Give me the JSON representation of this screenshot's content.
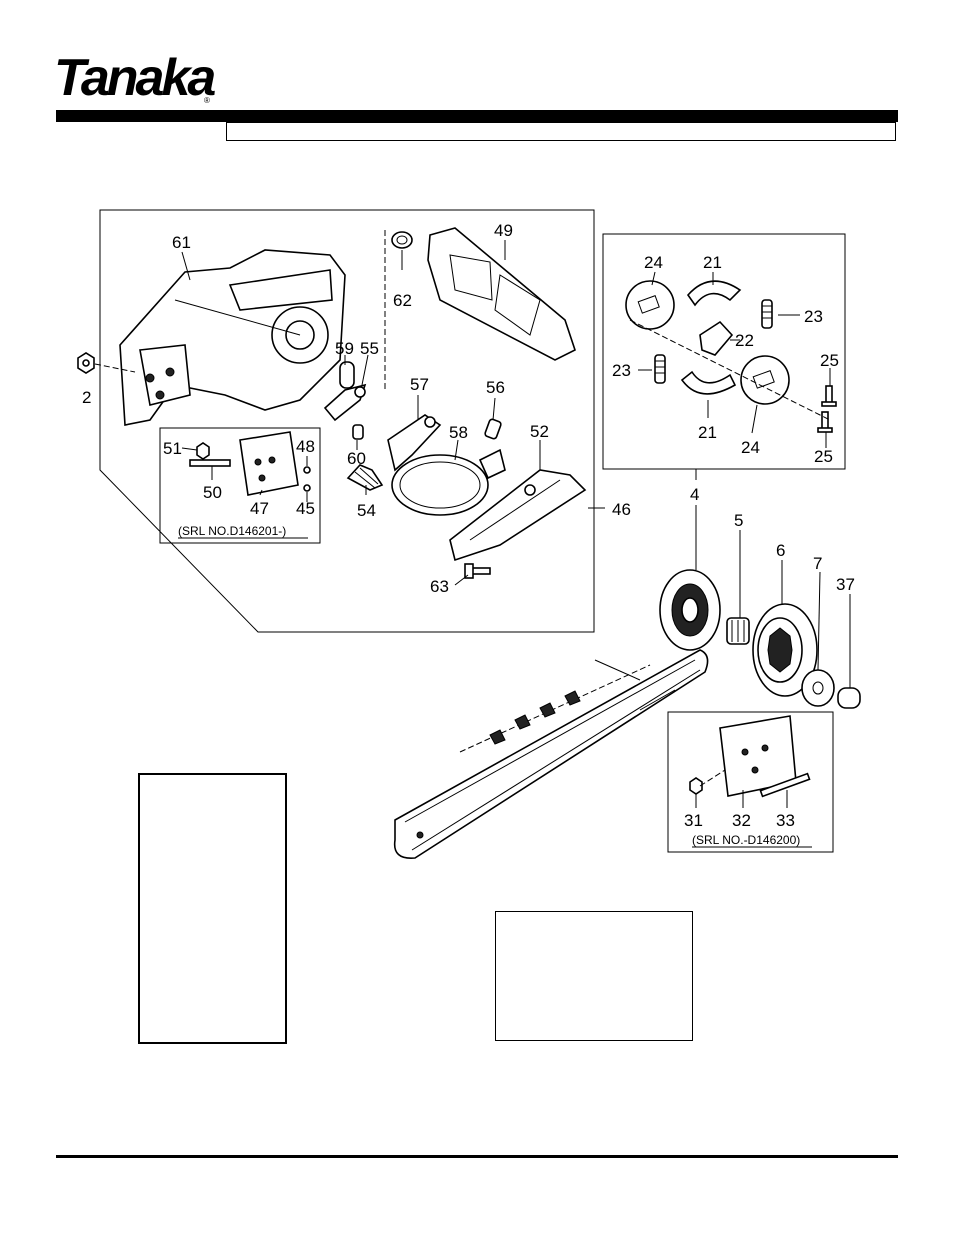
{
  "brand": {
    "logo_text": "Tanaka",
    "registered_mark": "®"
  },
  "callouts": {
    "p61": "61",
    "p62": "62",
    "p49": "49",
    "p59": "59",
    "p55": "55",
    "p2": "2",
    "p57": "57",
    "p56": "56",
    "p58": "58",
    "p52": "52",
    "p60": "60",
    "p54": "54",
    "p46": "46",
    "p63": "63",
    "p51": "51",
    "p48": "48",
    "p50": "50",
    "p47": "47",
    "p45": "45",
    "p24a": "24",
    "p21a": "21",
    "p23a": "23",
    "p22": "22",
    "p25a": "25",
    "p23b": "23",
    "p21b": "21",
    "p24b": "24",
    "p25b": "25",
    "p4": "4",
    "p5": "5",
    "p6": "6",
    "p7": "7",
    "p37": "37",
    "p31": "31",
    "p32": "32",
    "p33": "33"
  },
  "inset_labels": {
    "srl_left": "(SRL NO.D146201-)",
    "srl_right": "(SRL NO.-D146200)"
  }
}
